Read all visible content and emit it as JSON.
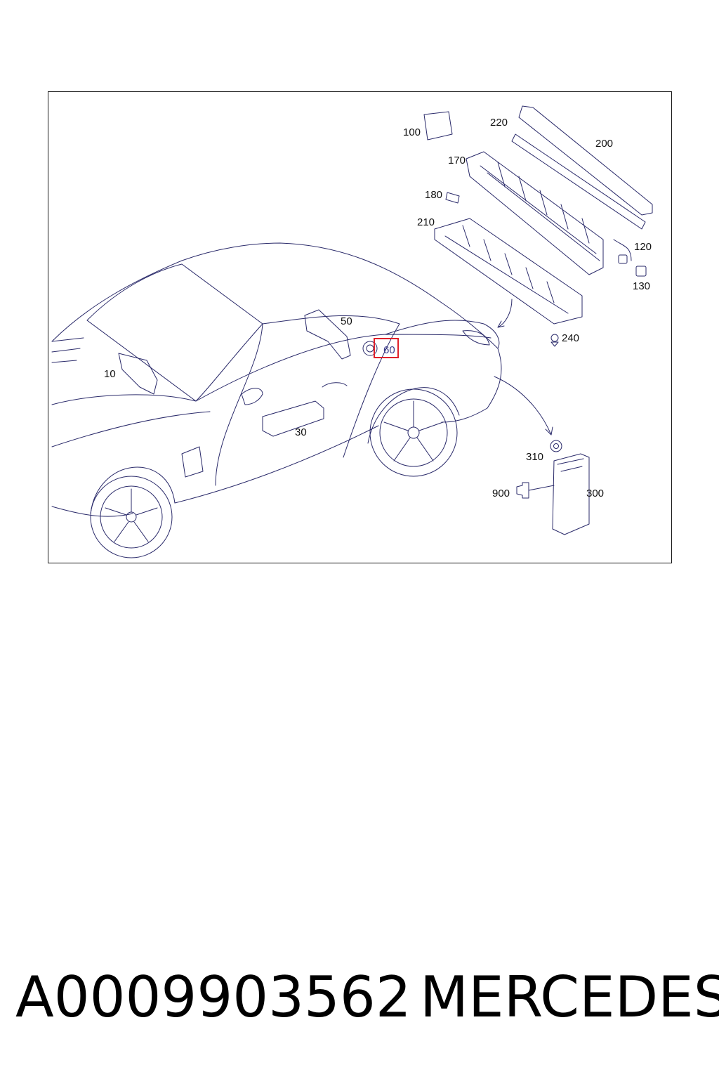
{
  "diagram": {
    "callouts": [
      {
        "id": "10",
        "label": "10"
      },
      {
        "id": "30",
        "label": "30"
      },
      {
        "id": "50",
        "label": "50"
      },
      {
        "id": "60",
        "label": "60",
        "highlighted": true
      },
      {
        "id": "100",
        "label": "100"
      },
      {
        "id": "120",
        "label": "120"
      },
      {
        "id": "130",
        "label": "130"
      },
      {
        "id": "170",
        "label": "170"
      },
      {
        "id": "180",
        "label": "180"
      },
      {
        "id": "200",
        "label": "200"
      },
      {
        "id": "210",
        "label": "210"
      },
      {
        "id": "220",
        "label": "220"
      },
      {
        "id": "240",
        "label": "240"
      },
      {
        "id": "300",
        "label": "300"
      },
      {
        "id": "310",
        "label": "310"
      },
      {
        "id": "900",
        "label": "900"
      }
    ],
    "highlight_color": "#e0202a",
    "line_color": "#2a2a6a"
  },
  "footer": {
    "part_number": "A0009903562",
    "brand": "MERCEDES"
  }
}
